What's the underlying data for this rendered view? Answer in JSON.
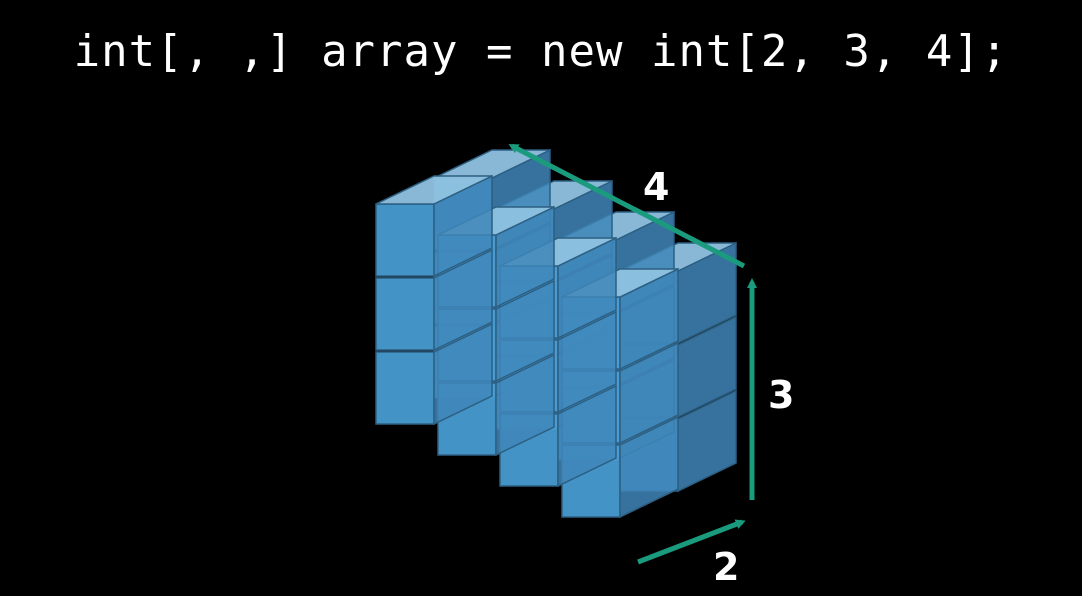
{
  "code": {
    "text": "int[, ,] array = new int[2, 3, 4];"
  },
  "diagram": {
    "description_type": "3d-array-of-cubes",
    "depth_count": 2,
    "height_count": 3,
    "width_count": 4,
    "labels": {
      "width": "4",
      "height": "3",
      "depth": "2"
    },
    "colors": {
      "background": "#000000",
      "arrow": "#1a9b7d",
      "cube_front": "#4a9fd8",
      "cube_top": "#8fc2e0",
      "cube_side": "#3f86b8",
      "cube_edge": "#2c5f82",
      "label": "#ffffff"
    }
  }
}
